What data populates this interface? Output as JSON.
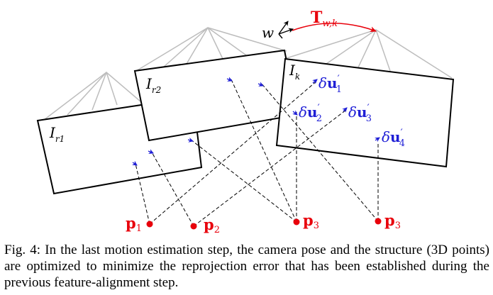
{
  "figure": {
    "frames": [
      {
        "name": "I",
        "sub": "r1"
      },
      {
        "name": "I",
        "sub": "r2"
      },
      {
        "name": "I",
        "sub": "k"
      }
    ],
    "world_label": "w",
    "transform": {
      "symbol": "T",
      "sub": "w,k"
    },
    "points": [
      {
        "base": "p",
        "sub": "1"
      },
      {
        "base": "p",
        "sub": "2"
      },
      {
        "base": "p",
        "sub": "3"
      },
      {
        "base": "p",
        "sub": "3"
      }
    ],
    "displacements": [
      {
        "prefix": "δ",
        "base": "u",
        "prime": "′",
        "sub": "1"
      },
      {
        "prefix": "δ",
        "base": "u",
        "prime": "′",
        "sub": "2"
      },
      {
        "prefix": "δ",
        "base": "u",
        "prime": "′",
        "sub": "3"
      },
      {
        "prefix": "δ",
        "base": "u",
        "prime": "′",
        "sub": "4"
      }
    ],
    "colors": {
      "point": "#e8000b",
      "displacement": "#1f1fd6",
      "transform": "#e8000b",
      "mesh": "#bdbdbd",
      "frame": "#000000"
    }
  },
  "caption": {
    "label": "Fig. 4:",
    "text": "In the last motion estimation step, the camera pose and the structure (3D points) are optimized to minimize the reprojection error that has been established during the previous feature-alignment step."
  }
}
